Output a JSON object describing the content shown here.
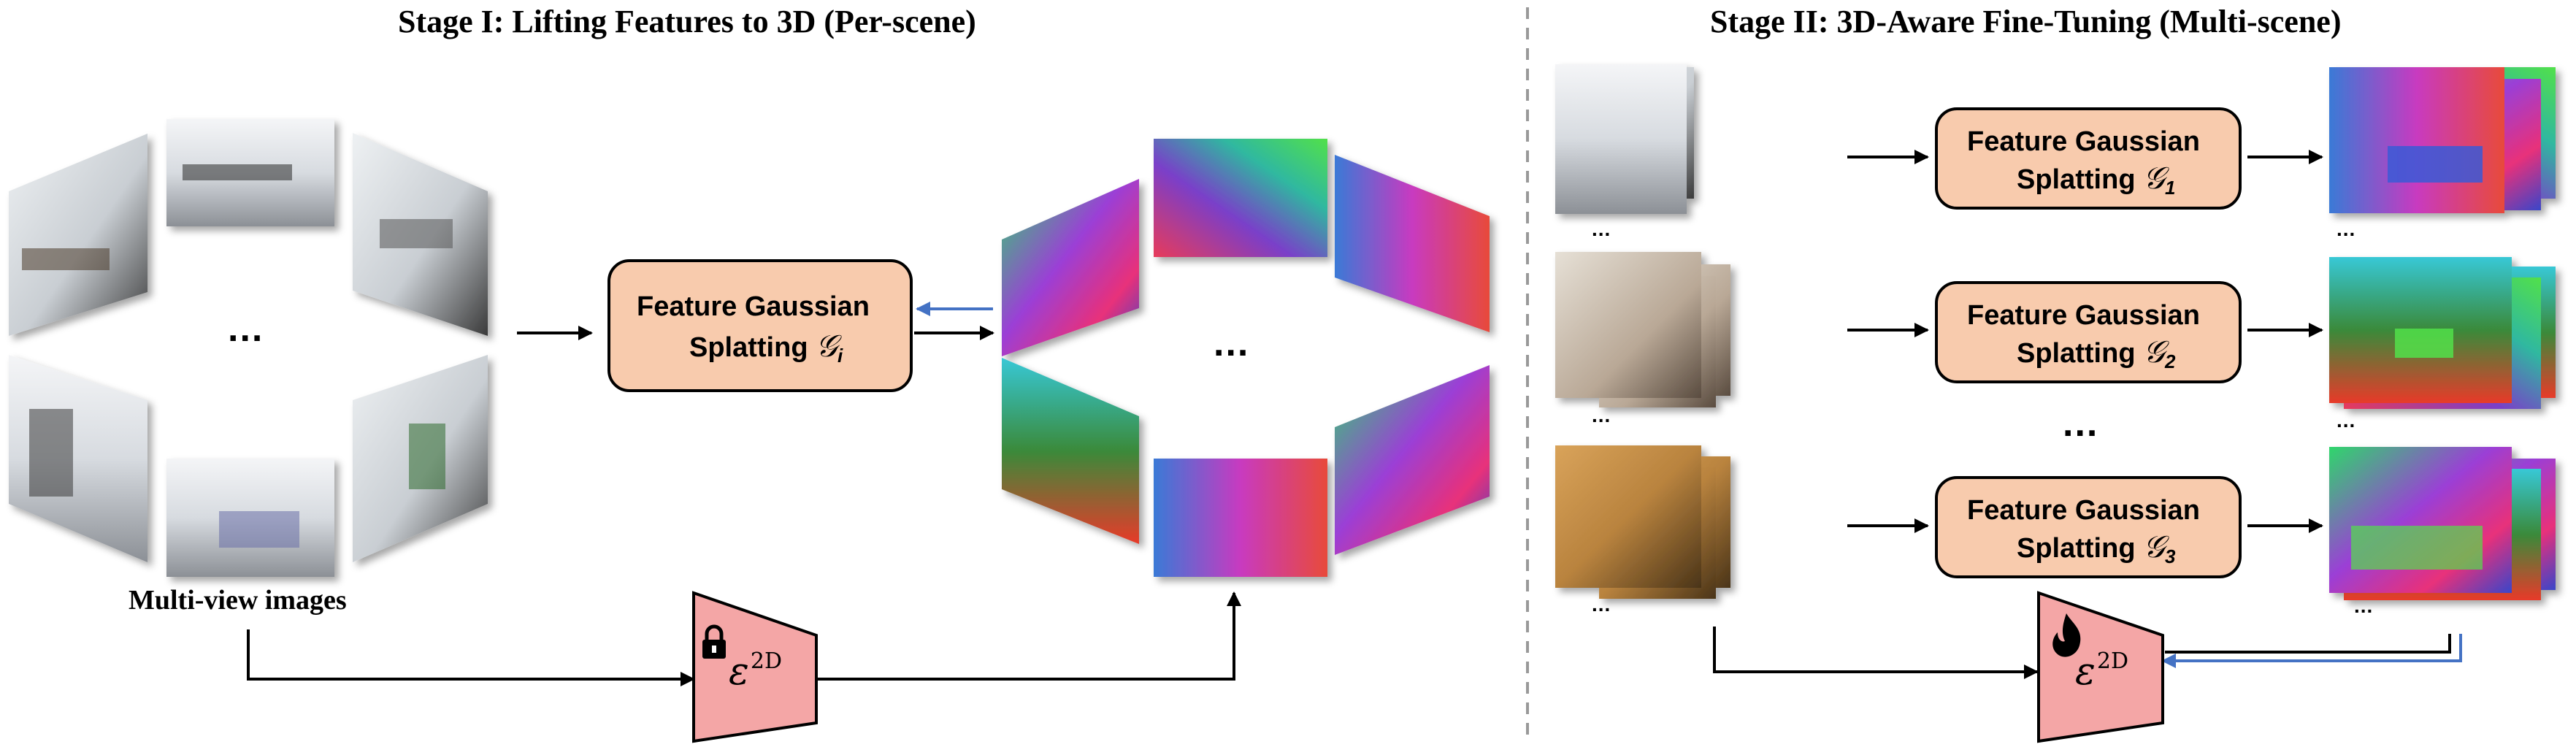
{
  "stage1": {
    "title": "Stage I: Lifting Features to 3D (Per-scene)",
    "input_ellipsis": "...",
    "output_ellipsis": "...",
    "input_caption": "Multi-view images",
    "fgs_line1": "Feature Gaussian",
    "fgs_line2_text": "Splatting",
    "fgs_symbol": "𝒢",
    "fgs_subscript": "i",
    "encoder_symbol": "ε",
    "encoder_superscript": "2D"
  },
  "stage2": {
    "title": "Stage II: 3D-Aware Fine-Tuning (Multi-scene)",
    "middle_ellipsis": "...",
    "stack_ellipsis": "...",
    "rows": [
      {
        "fgs_line1": "Feature Gaussian",
        "fgs_line2_text": "Splatting",
        "fgs_symbol": "𝒢",
        "fgs_subscript": "1"
      },
      {
        "fgs_line1": "Feature Gaussian",
        "fgs_line2_text": "Splatting",
        "fgs_symbol": "𝒢",
        "fgs_subscript": "2"
      },
      {
        "fgs_line1": "Feature Gaussian",
        "fgs_line2_text": "Splatting",
        "fgs_symbol": "𝒢",
        "fgs_subscript": "3"
      }
    ],
    "encoder_symbol": "ε",
    "encoder_superscript": "2D"
  },
  "colors": {
    "fgs_box_fill": "#f8cbad",
    "encoder_fill": "#f4a6a6",
    "feedback_arrow": "#4472c4",
    "divider": "#999999",
    "arrow": "#000000"
  },
  "icons": [
    "lock-icon",
    "flame-icon"
  ]
}
